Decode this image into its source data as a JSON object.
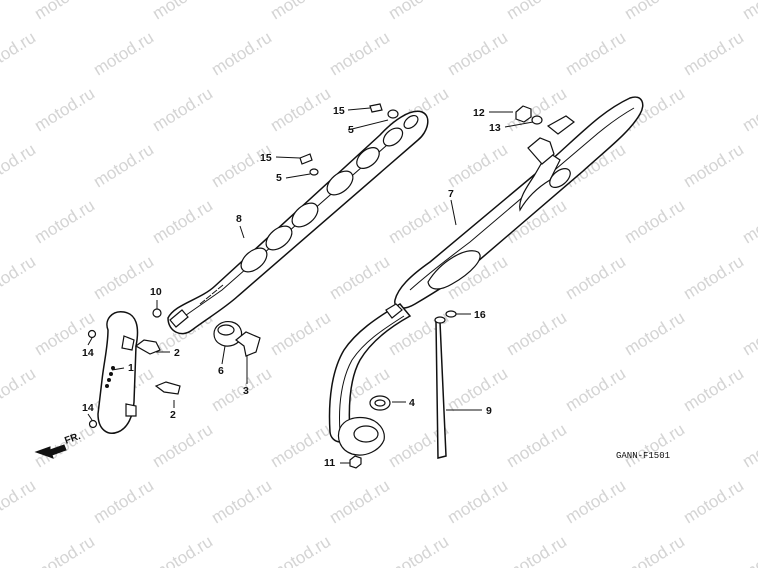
{
  "diagram": {
    "watermark": "motod.ru",
    "code": "GANN-F1501",
    "direction_label": "FR.",
    "callouts": [
      "1",
      "2",
      "2",
      "3",
      "4",
      "5",
      "5",
      "6",
      "7",
      "8",
      "9",
      "10",
      "11",
      "12",
      "13",
      "14",
      "14",
      "15",
      "15",
      "16"
    ]
  }
}
